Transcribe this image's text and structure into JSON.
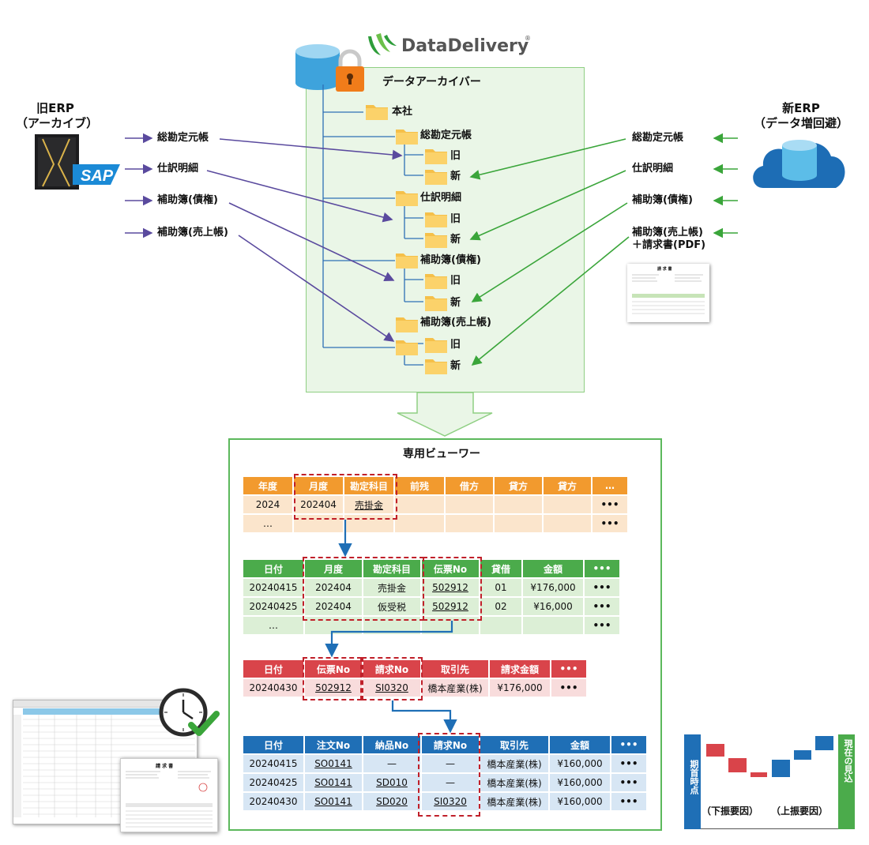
{
  "brand": {
    "name": "DataDelivery",
    "reg": "®"
  },
  "archiver": {
    "title": "データアーカイバー",
    "root": "本社",
    "folders": [
      {
        "name": "総勘定元帳"
      },
      {
        "name": "仕訳明細"
      },
      {
        "name": "補助簿(債権)"
      },
      {
        "name": "補助簿(売上帳)"
      }
    ],
    "old_label": "旧",
    "new_label": "新"
  },
  "old_erp": {
    "title_line1": "旧ERP",
    "title_line2": "（アーカイブ）",
    "logo": "SAP",
    "items": [
      "総勘定元帳",
      "仕訳明細",
      "補助簿(債権)",
      "補助簿(売上帳)"
    ]
  },
  "new_erp": {
    "title_line1": "新ERP",
    "title_line2": "（データ増回避）",
    "items": [
      "総勘定元帳",
      "仕訳明細",
      "補助簿(債権)",
      "補助簿(売上帳)"
    ],
    "item4_line2": "＋請求書(PDF)"
  },
  "viewer": {
    "title": "専用ビューワー"
  },
  "table1": {
    "headers": [
      "年度",
      "月度",
      "勘定科目",
      "前残",
      "借方",
      "貸方",
      "貸方",
      "…"
    ],
    "rows": [
      [
        "2024",
        "202404",
        "売掛金",
        "",
        "",
        "",
        "",
        "•••"
      ],
      [
        "…",
        "",
        "",
        "",
        "",
        "",
        "",
        "•••"
      ]
    ]
  },
  "table2": {
    "headers": [
      "日付",
      "月度",
      "勘定科目",
      "伝票No",
      "貸借",
      "金額",
      "•••"
    ],
    "rows": [
      [
        "20240415",
        "202404",
        "売掛金",
        "502912",
        "01",
        "¥176,000",
        "•••"
      ],
      [
        "20240425",
        "202404",
        "仮受税",
        "502912",
        "02",
        "¥16,000",
        "•••"
      ],
      [
        "…",
        "",
        "",
        "",
        "",
        "",
        "•••"
      ]
    ]
  },
  "table3": {
    "headers": [
      "日付",
      "伝票No",
      "請求No",
      "取引先",
      "請求金額",
      "•••"
    ],
    "rows": [
      [
        "20240430",
        "502912",
        "SI0320",
        "橋本産業(株)",
        "¥176,000",
        "•••"
      ]
    ]
  },
  "table4": {
    "headers": [
      "日付",
      "注文No",
      "納品No",
      "請求No",
      "取引先",
      "金額",
      "•••"
    ],
    "rows": [
      [
        "20240415",
        "SO0141",
        "—",
        "—",
        "橋本産業(株)",
        "¥160,000",
        "•••"
      ],
      [
        "20240425",
        "SO0141",
        "SD010",
        "—",
        "橋本産業(株)",
        "¥160,000",
        "•••"
      ],
      [
        "20240430",
        "SO0141",
        "SD020",
        "SI0320",
        "橋本産業(株)",
        "¥160,000",
        "•••"
      ]
    ]
  },
  "waterfall": {
    "start_label": "期首時点",
    "end_label": "現在の見込",
    "down_label": "（下振要因）",
    "up_label": "（上振要因）"
  },
  "invoice": {
    "title": "請 求 書"
  },
  "colors": {
    "orange": "#f29a2e",
    "green": "#4bab4b",
    "red": "#d9444a",
    "blue": "#1f6fb6",
    "purple": "#5a4a9e",
    "arrow_green": "#3aa53a"
  }
}
